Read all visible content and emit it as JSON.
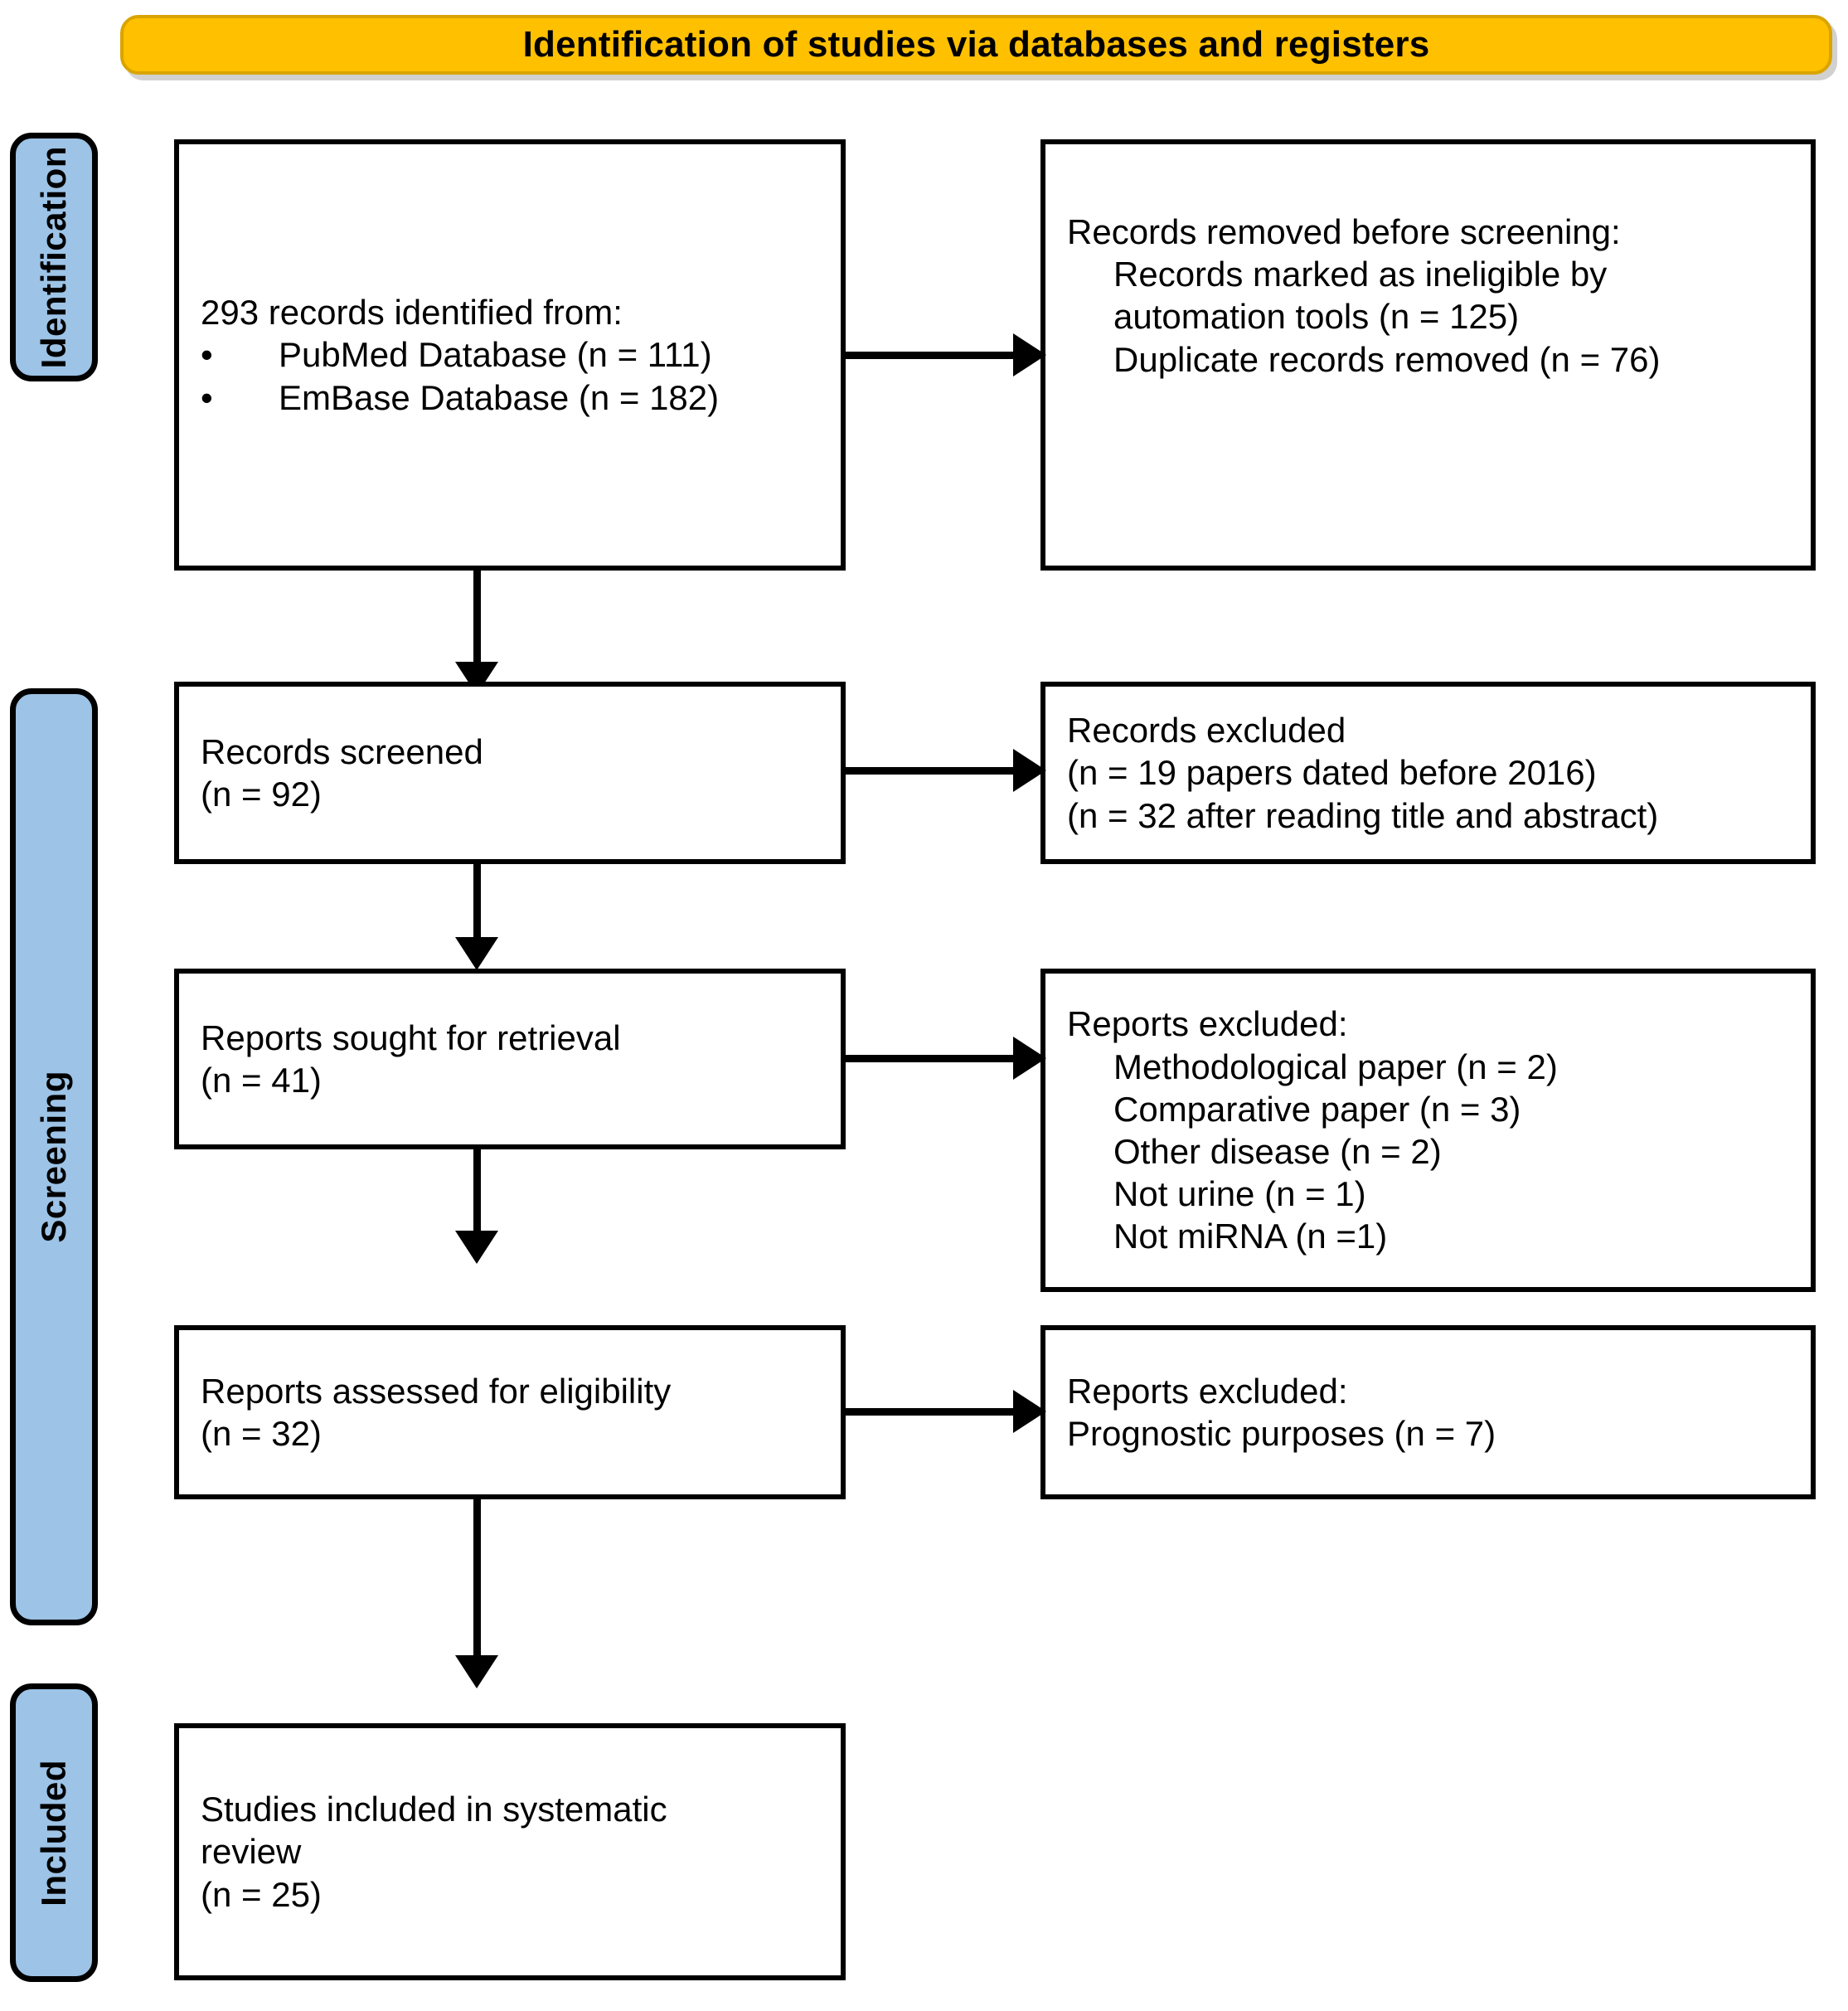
{
  "banner": {
    "title": "Identification of studies via databases and registers"
  },
  "stages": [
    {
      "key": "identification",
      "label": "Identification"
    },
    {
      "key": "screening",
      "label": "Screening"
    },
    {
      "key": "included",
      "label": "Included"
    }
  ],
  "boxes": {
    "identified": {
      "heading": "293 records identified from:",
      "bullets": [
        "PubMed Database (n = 111)",
        "EmBase Database (n = 182)"
      ]
    },
    "removed_before_screening": {
      "heading": "Records removed before screening:",
      "lines": [
        "Records marked as ineligible by",
        "automation tools (n = 125)",
        "Duplicate records removed (n = 76)"
      ]
    },
    "records_screened": {
      "line1": "Records screened",
      "line2": "(n = 92)"
    },
    "records_excluded": {
      "line1": "Records excluded",
      "line2": "(n = 19 papers dated before 2016)",
      "line3": "(n = 32 after reading title and abstract)"
    },
    "reports_sought": {
      "line1": "Reports sought for retrieval",
      "line2": "(n = 41)"
    },
    "reports_excluded_retrieval": {
      "heading": "Reports excluded:",
      "items": [
        "Methodological paper (n = 2)",
        "Comparative paper (n = 3)",
        "Other disease (n = 2)",
        "Not urine (n = 1)",
        "Not miRNA (n =1)"
      ]
    },
    "reports_assessed": {
      "line1": "Reports assessed for eligibility",
      "line2": "(n = 32)"
    },
    "reports_excluded_eligibility": {
      "heading": "Reports excluded:",
      "items": [
        "Prognostic purposes (n = 7)"
      ]
    },
    "studies_included": {
      "line1": "Studies included in systematic",
      "line2": "review",
      "line3": "(n = 25)"
    }
  },
  "glyphs": {
    "bullet": "•"
  },
  "colors": {
    "banner_fill": "#FFC000",
    "banner_border": "#D9A400",
    "stage_fill": "#9DC3E6",
    "stroke": "#000000",
    "box_fill": "#FFFFFF"
  }
}
